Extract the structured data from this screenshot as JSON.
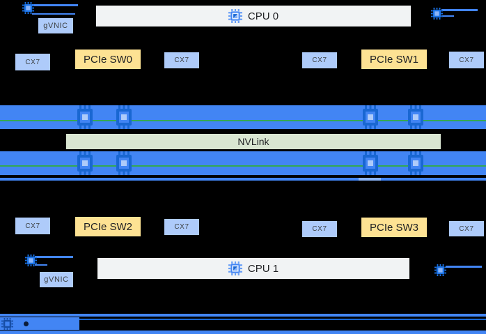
{
  "canvas": {
    "background": "#000000"
  },
  "colors": {
    "bar_blue": "#4285f4",
    "chip_blue_dark": "#1967d2",
    "box_blue_light": "#aecbfa",
    "box_yellow": "#fde293",
    "box_gray": "#f1f3f4",
    "nvlink_green_bar": "#d9e6d2",
    "link_green_line": "#34a853",
    "text_dark": "#202124"
  },
  "icons": {
    "cpu_chip": "processor-chip-with-pins",
    "gpu_chip": "processor-chip-with-pins",
    "nic_chip": "small-chip-with-pins"
  },
  "top": {
    "gvnic": "gVNIC",
    "cpu": "CPU 0",
    "cx7": [
      "CX7",
      "CX7",
      "CX7",
      "CX7"
    ],
    "switches": [
      "PCIe SW0",
      "PCIe SW1"
    ]
  },
  "middle": {
    "nvlink": "NVLink"
  },
  "bottom": {
    "cx7": [
      "CX7",
      "CX7",
      "CX7",
      "CX7"
    ],
    "switches": [
      "PCIe SW2",
      "PCIe SW3"
    ],
    "cpu": "CPU 1",
    "gvnic": "gVNIC"
  }
}
